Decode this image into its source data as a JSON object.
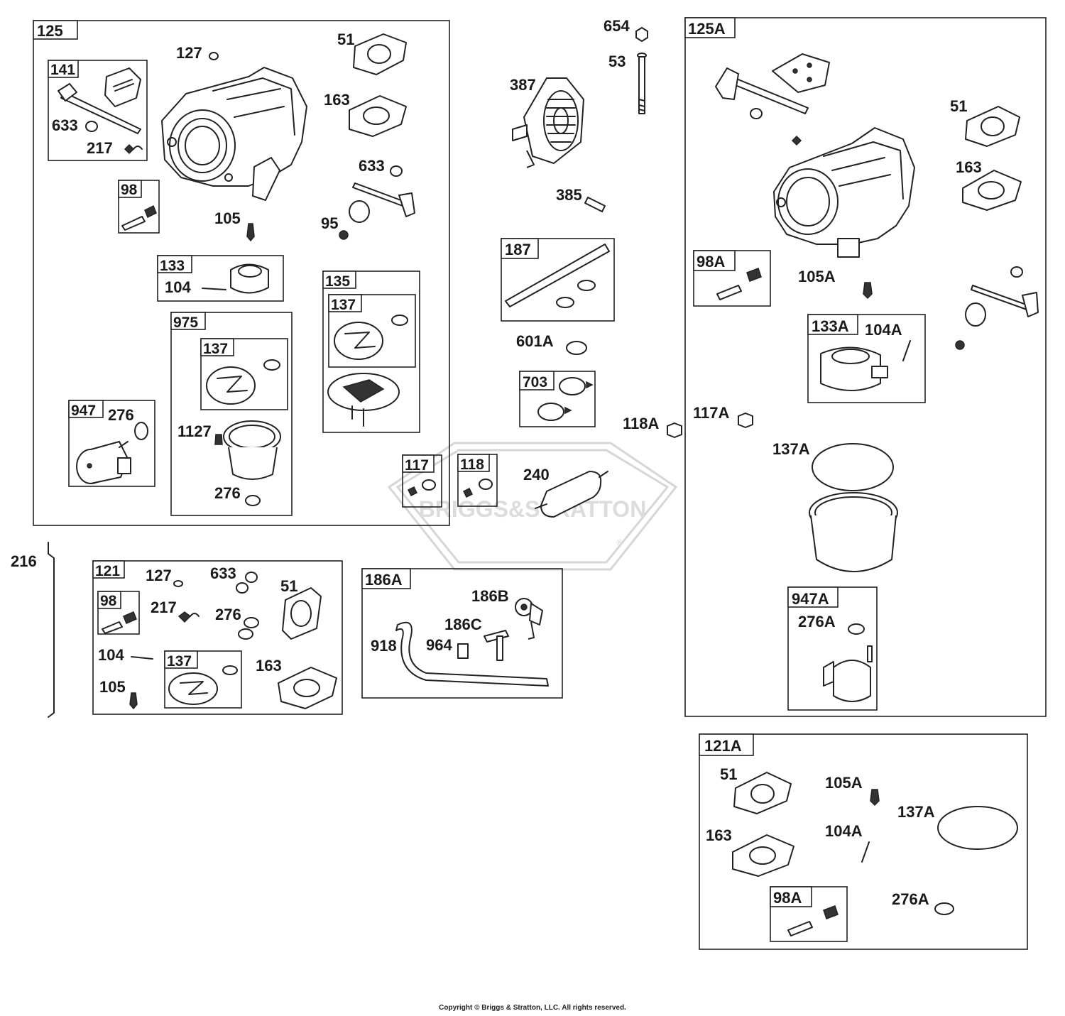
{
  "watermark": {
    "brand": "BRIGGS&STRATTON",
    "mark": "®"
  },
  "copyright": "Copyright © Briggs & Stratton, LLC. All rights reserved.",
  "groups": {
    "g125": "125",
    "g141": "141",
    "g98": "98",
    "g133": "133",
    "g135": "135",
    "g137a": "137",
    "g975": "975",
    "g137b": "137",
    "g947": "947",
    "g117": "117",
    "g118": "118",
    "g187": "187",
    "g703": "703",
    "g121": "121",
    "g98b": "98",
    "g137c": "137",
    "g186A": "186A",
    "g125A": "125A",
    "g98A": "98A",
    "g133A": "133A",
    "g947A": "947A",
    "g121A": "121A",
    "g98A2": "98A"
  },
  "parts": {
    "p127": "127",
    "p51": "51",
    "p163": "163",
    "p633a": "633",
    "p217a": "217",
    "p633b": "633",
    "p105": "105",
    "p95": "95",
    "p104a": "104",
    "p276a": "276",
    "p1127": "1127",
    "p276b": "276",
    "p654": "654",
    "p53": "53",
    "p387": "387",
    "p385": "385",
    "p601A": "601A",
    "p240": "240",
    "p118A": "118A",
    "p216": "216",
    "p127b": "127",
    "p633c": "633",
    "p51b": "51",
    "p217b": "217",
    "p276c": "276",
    "p104b": "104",
    "p163b": "163",
    "p105b": "105",
    "p186B": "186B",
    "p186C": "186C",
    "p918": "918",
    "p964": "964",
    "p51c": "51",
    "p163c": "163",
    "p105A": "105A",
    "p104A": "104A",
    "p117A": "117A",
    "p137A": "137A",
    "p276A": "276A",
    "p51d": "51",
    "p163d": "163",
    "p105A2": "105A",
    "p104A2": "104A",
    "p137A2": "137A",
    "p276A2": "276A"
  }
}
